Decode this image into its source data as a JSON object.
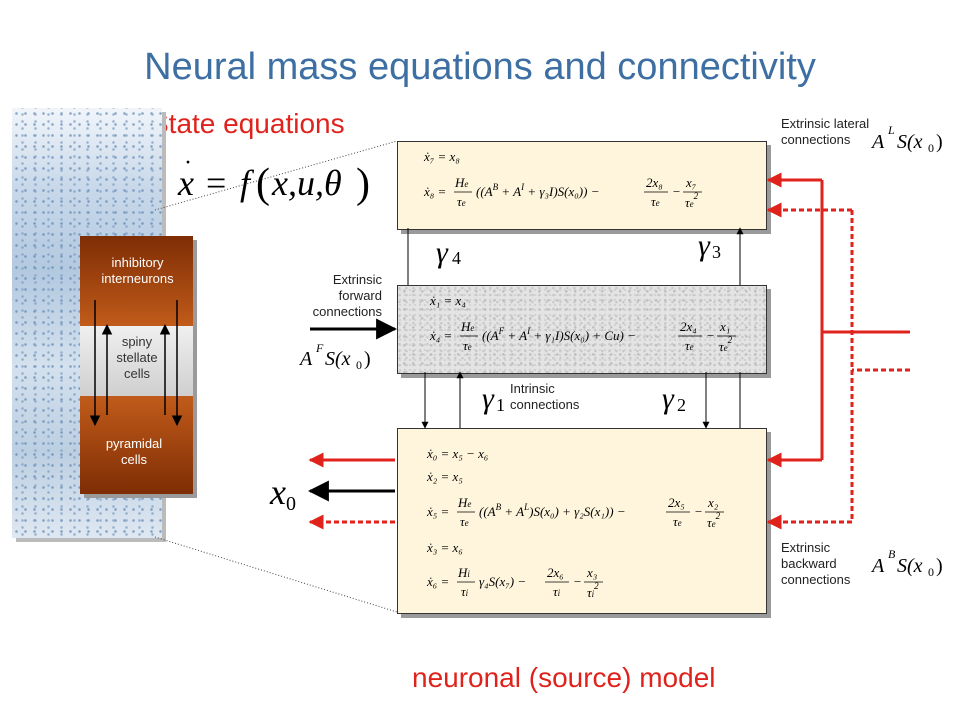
{
  "title": "Neural mass equations and connectivity",
  "state_equations_label": "State equations",
  "neuronal_model_label": "neuronal (source) model",
  "cells": {
    "inhibitory": "inhibitory interneurons",
    "spiny": "spiny stellate cells",
    "pyramidal": "pyramidal cells"
  },
  "connections": {
    "lateral": "Extrinsic lateral connections",
    "forward": "Extrinsic forward connections",
    "intrinsic": "Intrinsic connections",
    "backward": "Extrinsic backward connections"
  },
  "colors": {
    "title": "#3d6fa3",
    "accent": "#e0221c",
    "cell_dark": "#9a3808",
    "box_beige": "#fff5dc"
  }
}
